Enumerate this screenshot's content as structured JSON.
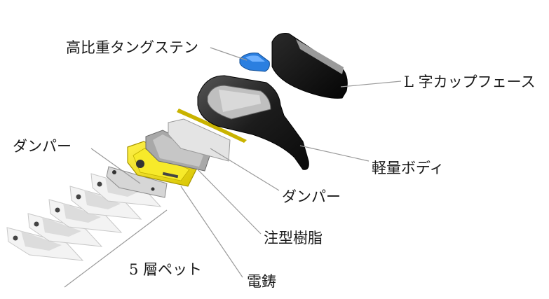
{
  "labels": {
    "tungsten": "高比重タングステン",
    "cup_face": "L 字カップフェース",
    "body": "軽量ボディ",
    "damper_left": "ダンパー",
    "damper_right": "ダンパー",
    "resin": "注型樹脂",
    "electroform": "電鋳",
    "pet_layers": "5 層ペット"
  },
  "colors": {
    "tungsten": "#2b7fe0",
    "electroform": "#f2e20a",
    "body_dark": "#1b1b1b",
    "face": "#0d0d0d",
    "pet": "#f2f2f2",
    "leader": "#9a9a9a"
  }
}
